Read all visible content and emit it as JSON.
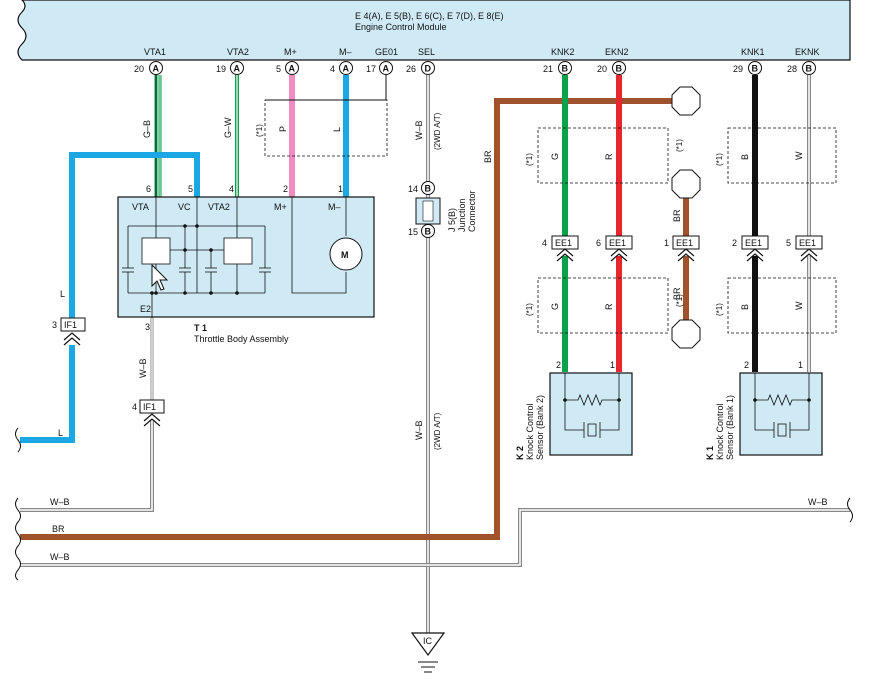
{
  "ecm": {
    "title": "E 4(A), E 5(B), E 6(C), E 7(D), E 8(E)",
    "subtitle": "Engine Control Module",
    "fill": "#cfeaf5"
  },
  "ecm_pins": [
    {
      "label": "VTA1",
      "num": "20",
      "conn": "A"
    },
    {
      "label": "VTA2",
      "num": "19",
      "conn": "A"
    },
    {
      "label": "M+",
      "num": "5",
      "conn": "A"
    },
    {
      "label": "M–",
      "num": "4",
      "conn": "A"
    },
    {
      "label": "GE01",
      "num": "17",
      "conn": "A"
    },
    {
      "label": "SEL",
      "num": "26",
      "conn": "D"
    },
    {
      "label": "KNK2",
      "num": "21",
      "conn": "B"
    },
    {
      "label": "EKN2",
      "num": "20",
      "conn": "B"
    },
    {
      "label": "KNK1",
      "num": "29",
      "conn": "B"
    },
    {
      "label": "EKNK",
      "num": "28",
      "conn": "B"
    }
  ],
  "wire_codes": {
    "g_b": "G–B",
    "g_w": "G–W",
    "p": "P",
    "l": "L",
    "w_b": "W–B",
    "br": "BR",
    "g": "G",
    "r": "R",
    "b": "B",
    "w": "W"
  },
  "shield_marks": {
    "a": "(*1)",
    "b": "(*1)",
    "c": "(*1)",
    "d": "(*1)"
  },
  "shield_marks_right": {
    "a": "(*1)",
    "b": "(*1)",
    "c": "(*1)"
  },
  "notes": {
    "sel_top": "(2WD A/T)",
    "sel_bottom": "(2WD A/T)"
  },
  "throttle": {
    "id": "T 1",
    "name": "Throttle Body Assembly",
    "pins": [
      {
        "label": "VTA",
        "num": "6"
      },
      {
        "label": "VC",
        "num": "5"
      },
      {
        "label": "VTA2",
        "num": "4"
      },
      {
        "label": "M+",
        "num": "2"
      },
      {
        "label": "M–",
        "num": "1"
      }
    ],
    "e2_label": "E2",
    "e2_num": "3",
    "motor": "M"
  },
  "junction": {
    "id": "J 5(B)",
    "name1": "Junction",
    "name2": "Connector",
    "top_num": "14",
    "bottom_num": "15",
    "conn": "B"
  },
  "connectors": {
    "if1_left": {
      "label": "IF1",
      "num": "3"
    },
    "if1_mid": {
      "label": "IF1",
      "num": "4"
    },
    "ee1_g": {
      "label": "EE1",
      "num": "4"
    },
    "ee1_r": {
      "label": "EE1",
      "num": "6"
    },
    "ee1_br": {
      "label": "EE1",
      "num": "1"
    },
    "ee1_b": {
      "label": "EE1",
      "num": "2"
    },
    "ee1_w": {
      "label": "EE1",
      "num": "5"
    }
  },
  "sensor_k2": {
    "id": "K 2",
    "name1": "Knock Control",
    "name2": "Sensor (Bank 2)",
    "pin_left": "2",
    "pin_right": "1"
  },
  "sensor_k1": {
    "id": "K 1",
    "name1": "Knock Control",
    "name2": "Sensor (Bank 1)",
    "pin_left": "2",
    "pin_right": "1"
  },
  "ground": {
    "label": "IC"
  },
  "bus": {
    "wb_top": "W–B",
    "br": "BR",
    "wb_bottom": "W–B",
    "wb_right": "W–B"
  },
  "colors": {
    "green": "#0aa14b",
    "pink": "#f08cc0",
    "blue": "#1aa7e3",
    "brown": "#a0522d",
    "red": "#e8262d",
    "black": "#111111",
    "grey": "#888888",
    "component_fill": "#cfeaf5"
  }
}
